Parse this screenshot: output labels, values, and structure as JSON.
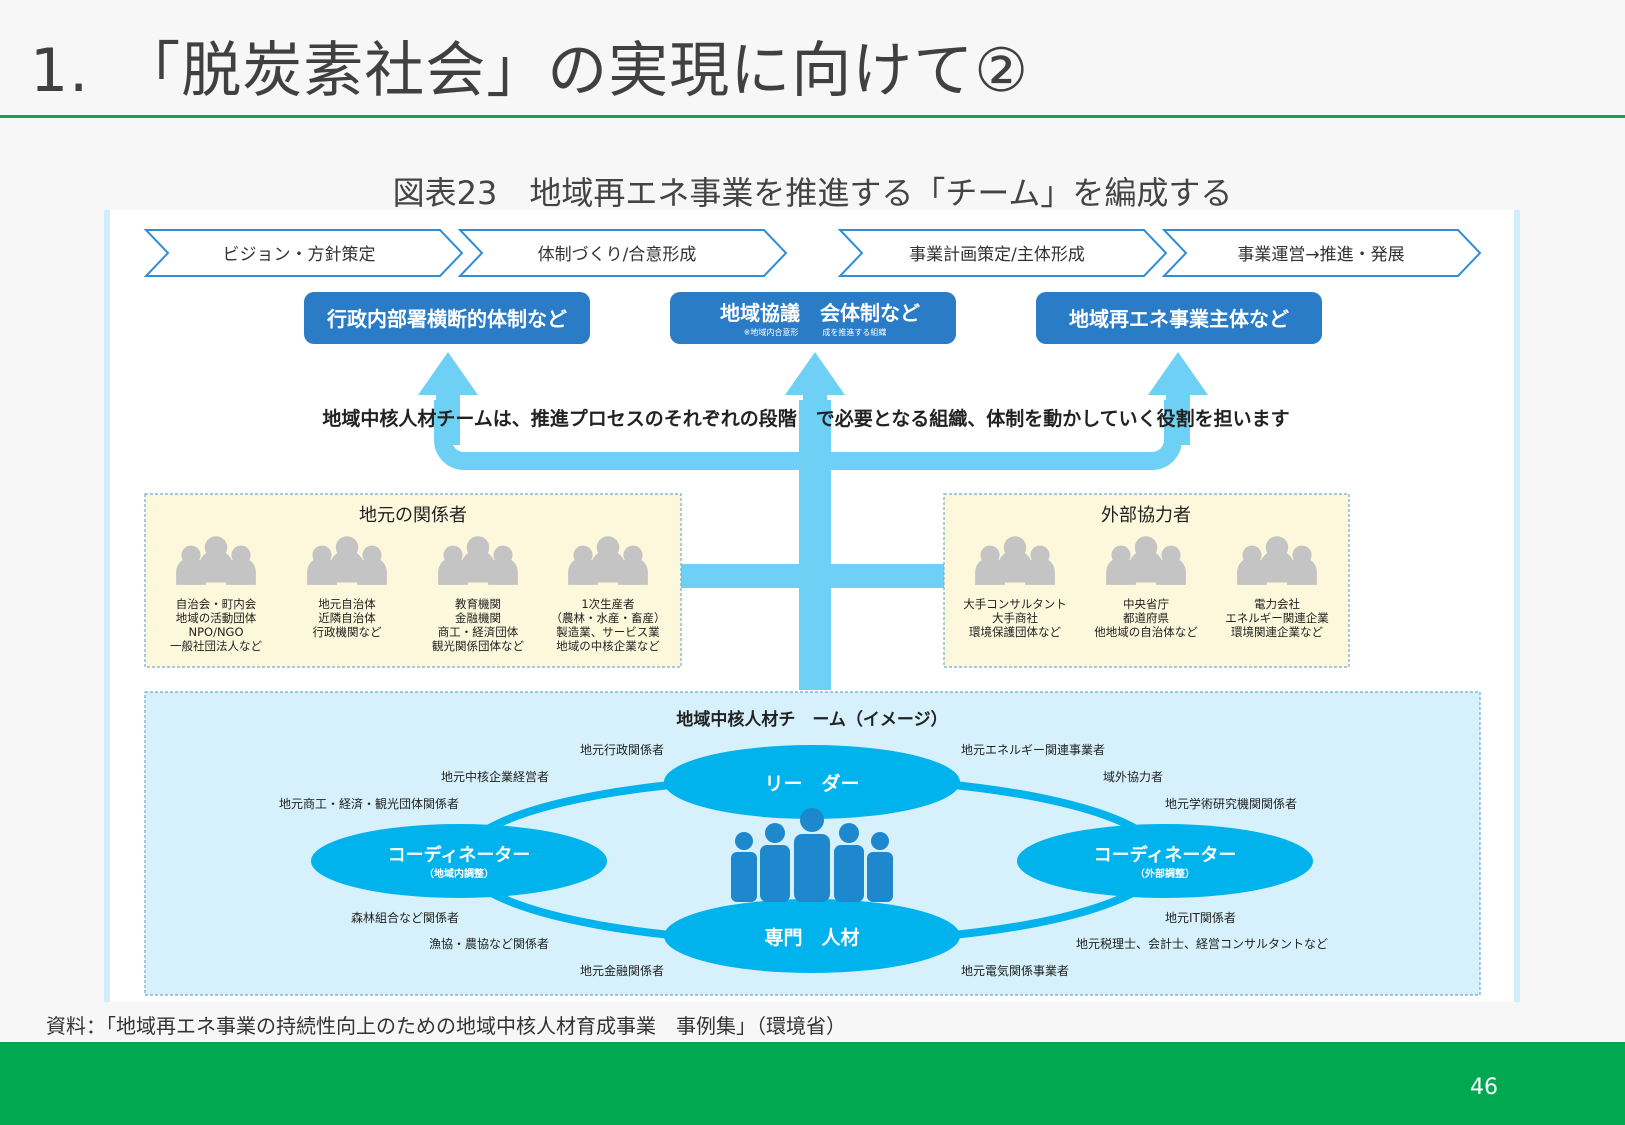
{
  "slide": {
    "title": "1.　「脱炭素社会」の実現に向けて②",
    "figure_title": "図表23　地域再エネ事業を推進する「チーム」を編成する",
    "source": "資料：「地域再エネ事業の持続性向上のための地域中核人材育成事業　事例集」（環境省）",
    "page_number": "46"
  },
  "diagram": {
    "stages": [
      "ビジョン・方針策定",
      "体制づくり/合意形成",
      "事業計画策定/主体形成",
      "事業運営→推進・発展"
    ],
    "structures": [
      {
        "label": "行政内部署横断的体制など",
        "sub": ""
      },
      {
        "label": "地域協議　会体制など",
        "sub": "※地域内合意形　　　成を推進する組織"
      },
      {
        "label": "地域再エネ事業主体など",
        "sub": ""
      }
    ],
    "mission_text": "地域中核人材チームは、推進プロセスのそれぞれの段階　で必要となる組織、体制を動かしていく役割を担います",
    "local_stakeholders": {
      "title": "地元の関係者",
      "groups": [
        [
          "自治会・町内会",
          "地域の活動団体",
          "NPO/NGO",
          "一般社団法人など"
        ],
        [
          "地元自治体",
          "近隣自治体",
          "行政機関など"
        ],
        [
          "教育機関",
          "金融機関",
          "商工・経済団体",
          "観光関係団体など"
        ],
        [
          "1次生産者",
          "（農林・水産・畜産）",
          "製造業、サービス業",
          "地域の中核企業など"
        ]
      ]
    },
    "external_partners": {
      "title": "外部協力者",
      "groups": [
        [
          "大手コンサルタント",
          "大手商社",
          "環境保護団体など"
        ],
        [
          "中央省庁",
          "都道府県",
          "他地域の自治体など"
        ],
        [
          "電力会社",
          "エネルギー関連企業",
          "環境関連企業など"
        ]
      ]
    },
    "team": {
      "title": "地域中核人材チ　ーム（イメージ）",
      "roles": {
        "leader": "リー　ダー",
        "specialist": "専門　人材",
        "coordinator_internal": "コーディネーター",
        "coordinator_internal_sub": "（地域内調整）",
        "coordinator_external": "コーディネーター",
        "coordinator_external_sub": "（外部調整）"
      },
      "members_left": [
        "地元行政関係者",
        "地元中核企業経営者",
        "地元商工・経済・観光団体関係者",
        "森林組合など関係者",
        "漁協・農協など関係者",
        "地元金融関係者"
      ],
      "members_right": [
        "地元エネルギー関連事業者",
        "域外協力者",
        "地元学術研究機関関係者",
        "地元IT関係者",
        "地元税理士、会計士、経営コンサルタントなど",
        "地元電気関係事業者"
      ]
    },
    "colors": {
      "stage_border": "#2f8fd6",
      "structure_box": "#2a7cc7",
      "arrow": "#6fd0f6",
      "role_ellipse": "#00b3ec",
      "people_icon_grey": "#c4c4c4",
      "people_icon_blue": "#1e88cf",
      "stakeholder_bg": "#fdf8dc",
      "team_bg": "#d6f1fb",
      "accent_green": "#16a34a"
    }
  }
}
